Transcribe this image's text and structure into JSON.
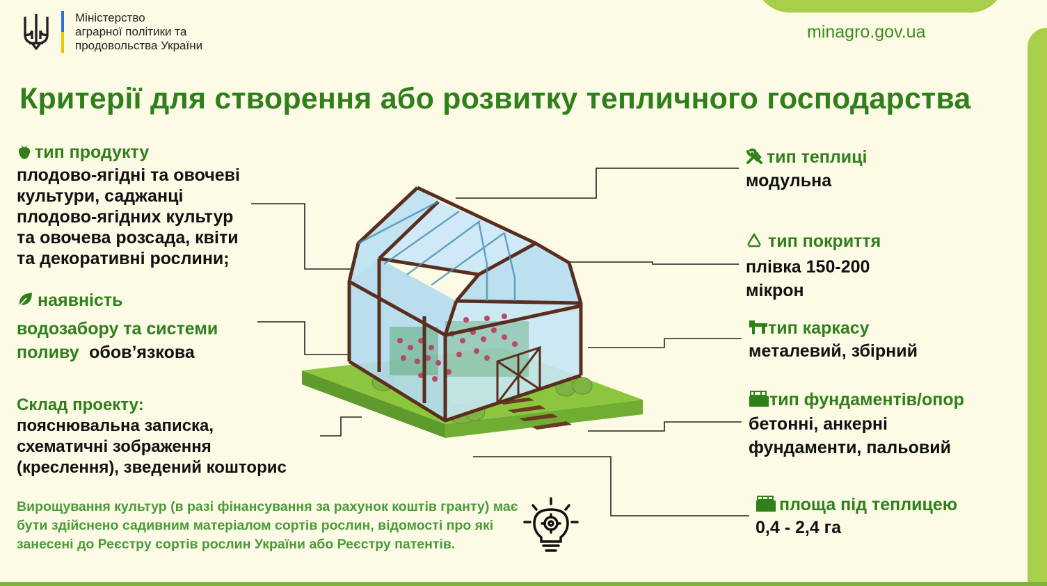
{
  "header": {
    "ministry_lines": [
      "Міністерство",
      "аграрної політики та",
      "продовольства України"
    ],
    "website": "minagro.gov.ua"
  },
  "title": "Критерії для створення або розвитку тепличного господарства",
  "left": {
    "product": {
      "label": "тип продукту",
      "lines": [
        "плодово-ягідні та овочеві",
        "культури, саджанці",
        "плодово-ягідних культур",
        "та овочева розсада, квіти",
        "та декоративні рослини;"
      ]
    },
    "water": {
      "label": "наявність",
      "label_line2": "водозабору та системи",
      "label_line3": "поливу",
      "value": "обов’язкова"
    },
    "project": {
      "label": "Склад проекту:",
      "lines": [
        "пояснювальна записка,",
        "схематичні зображення",
        "(креслення), зведений кошторис"
      ]
    }
  },
  "right": {
    "greenhouse_type": {
      "label": "тип теплиці",
      "value": "модульна"
    },
    "cover_type": {
      "label": "тип покриття",
      "lines": [
        "плівка 150-200",
        "мікрон"
      ]
    },
    "frame_type": {
      "label": "тип каркасу",
      "value": "металевий, збірний"
    },
    "foundation_type": {
      "label": "тип фундаментів/опор",
      "lines": [
        "бетонні, анкерні",
        "фундаменти, пальовий"
      ]
    },
    "area": {
      "label": "площа під теплицею",
      "value": "0,4 - 2,4 га"
    }
  },
  "note": "Вирощування культур (в разі фінансування за рахунок коштів гранту) має бути здійснено садивним матеріалом сортів рослин, відомості про які занесені до Реєстру сортів рослин України або Реєстру патентів.",
  "icons": {
    "trident": "trident-icon",
    "strawberry": "strawberry-icon",
    "leaf": "leaf-icon",
    "tools": "tools-icon",
    "recycle": "recycle-icon",
    "pipe": "pipe-icon",
    "foundation": "foundation-icon",
    "area": "area-icon",
    "lightbulb": "lightbulb-gear-icon"
  },
  "colors": {
    "background": "#fdfbe6",
    "title_green": "#2f7f1a",
    "accent_green": "#a9ce4a",
    "note_green": "#4a9a3a",
    "site_green": "#3f8a1f"
  }
}
